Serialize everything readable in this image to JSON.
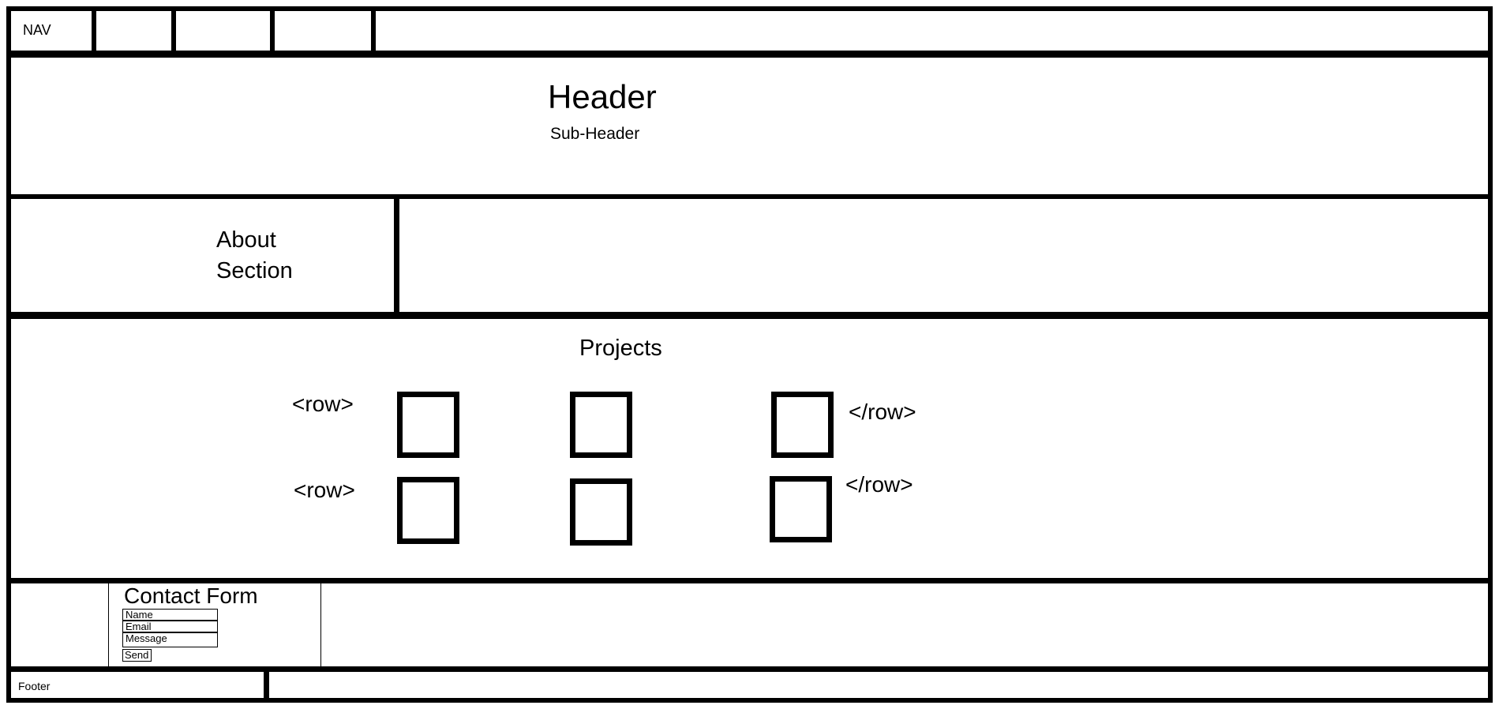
{
  "nav": {
    "label": "NAV",
    "tabs": [
      "",
      "",
      ""
    ]
  },
  "header": {
    "title": "Header",
    "subtitle": "Sub-Header"
  },
  "about": {
    "line1": "About",
    "line2": "Section"
  },
  "projects": {
    "title": "Projects",
    "rows": [
      {
        "open": "<row>",
        "close": "</row>"
      },
      {
        "open": "<row>",
        "close": "</row>"
      }
    ]
  },
  "contact": {
    "title": "Contact Form",
    "fields": [
      "Name",
      "Email",
      "Message"
    ],
    "send_label": "Send"
  },
  "footer": {
    "label": "Footer"
  }
}
